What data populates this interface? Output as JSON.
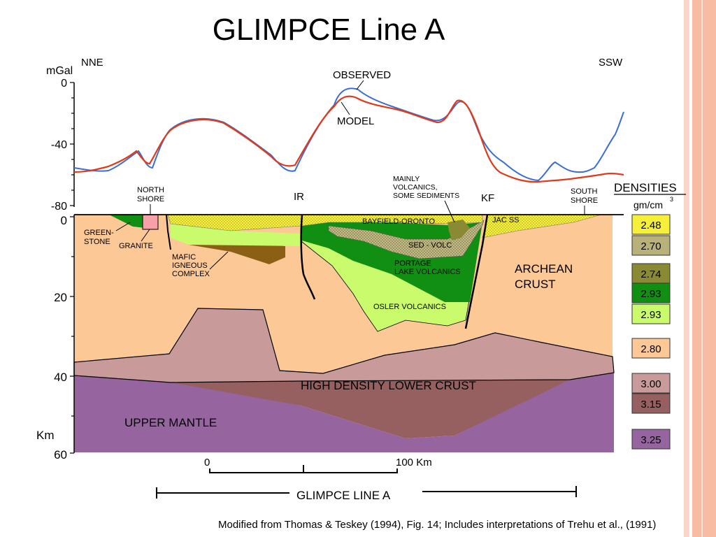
{
  "title": "GLIMPCE Line A",
  "gravity": {
    "unit": "mGal",
    "ticks": [
      "0",
      "-40",
      "-80"
    ],
    "left_dir": "NNE",
    "right_dir": "SSW",
    "observed_label": "OBSERVED",
    "model_label": "MODEL",
    "observed_color": "#3a6fd1",
    "model_color": "#e03a1a"
  },
  "section": {
    "depth_ticks": [
      "0",
      "20",
      "40",
      "60"
    ],
    "depth_unit": "Km",
    "labels": {
      "north_shore": [
        "NORTH",
        "SHORE"
      ],
      "south_shore": [
        "SOUTH",
        "SHORE"
      ],
      "ir": "IR",
      "kf": "KF",
      "mainly_volcanics": [
        "MAINLY",
        "VOLCANICS,",
        "SOME SEDIMENTS"
      ],
      "greenstone": [
        "GREEN-",
        "STONE"
      ],
      "granite": "GRANITE",
      "mafic": [
        "MAFIC",
        "IGNEOUS",
        "COMPLEX"
      ],
      "bayfield": "BAYFIELD-ORONTO",
      "jac": "JAC SS",
      "sed_volc": "SED - VOLC",
      "portage": [
        "PORTAGE",
        "LAKE VOLCANICS"
      ],
      "osler": "OSLER VOLCANICS",
      "archean": [
        "ARCHEAN",
        "CRUST"
      ],
      "lower_crust": "HIGH DENSITY LOWER CRUST",
      "upper_mantle": "UPPER  MANTLE"
    },
    "scale": {
      "start": "0",
      "end": "100 Km"
    },
    "line_label": "GLIMPCE  LINE  A"
  },
  "densities": {
    "title": "DENSITIES",
    "unit_main": "gm/cm",
    "unit_sup": "3",
    "items": [
      {
        "value": "2.48",
        "color": "#f7f03a"
      },
      {
        "value": "2.70",
        "color": "#b9b17a"
      },
      {
        "value": "2.74",
        "color": "#8b8a34"
      },
      {
        "value": "2.93",
        "color": "#118f12"
      },
      {
        "value": "2.93",
        "color": "#c9fb6c"
      },
      {
        "value": "2.80",
        "color": "#fbc896"
      },
      {
        "value": "3.00",
        "color": "#c99a9a"
      },
      {
        "value": "3.15",
        "color": "#966060"
      },
      {
        "value": "3.25",
        "color": "#9665a0"
      }
    ]
  },
  "caption": "Modified from Thomas & Teskey (1994), Fig. 14; Includes interpretations of Trehu et al., (1991)"
}
